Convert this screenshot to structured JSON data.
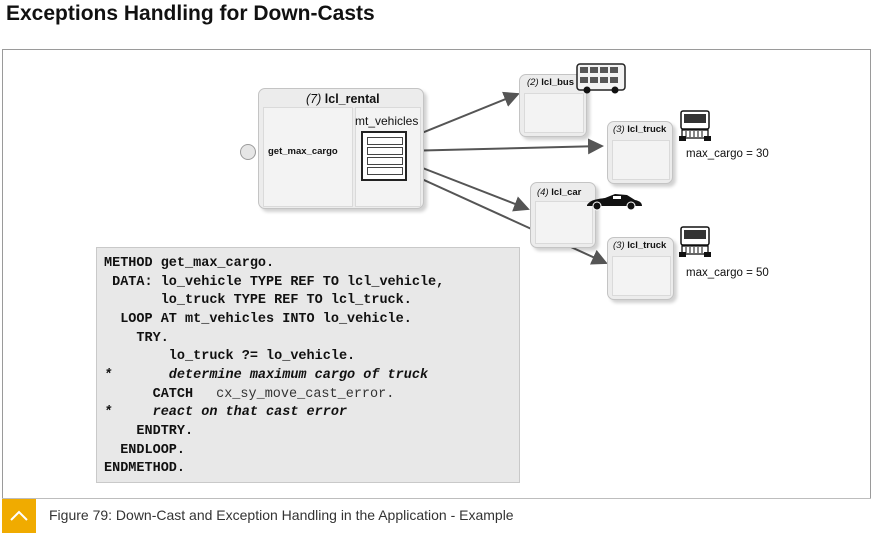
{
  "title": "Exceptions Handling for Down-Casts",
  "diagram": {
    "rental": {
      "label_num": "(7)",
      "label_name": "lcl_rental",
      "method": "get_max_cargo",
      "attribute": "mt_vehicles"
    },
    "objects": [
      {
        "num": "(2)",
        "name": "lcl_bus",
        "icon": "bus-icon"
      },
      {
        "num": "(3)",
        "name": "lcl_truck",
        "icon": "truck-icon",
        "attr": "max_cargo = 30"
      },
      {
        "num": "(4)",
        "name": "lcl_car",
        "icon": "car-icon"
      },
      {
        "num": "(3)",
        "name": "lcl_truck",
        "icon": "truck-icon",
        "attr": "max_cargo = 50"
      }
    ]
  },
  "code": {
    "lines": [
      "METHOD get_max_cargo.",
      " DATA: lo_vehicle TYPE REF TO lcl_vehicle,",
      "       lo_truck TYPE REF TO lcl_truck.",
      "  LOOP AT mt_vehicles INTO lo_vehicle.",
      "    TRY.",
      "        lo_truck ?= lo_vehicle.",
      "*       determine maximum cargo of truck",
      "      CATCH",
      " cx_sy_move_cast_error.",
      "*     react on that cast error",
      "    ENDTRY.",
      "  ENDLOOP.",
      "ENDMETHOD."
    ]
  },
  "caption": {
    "text": "Figure 79: Down-Cast and Exception Handling in the Application - Example",
    "icon": "chevron-up-icon",
    "icon_color": "#f0ab00"
  }
}
